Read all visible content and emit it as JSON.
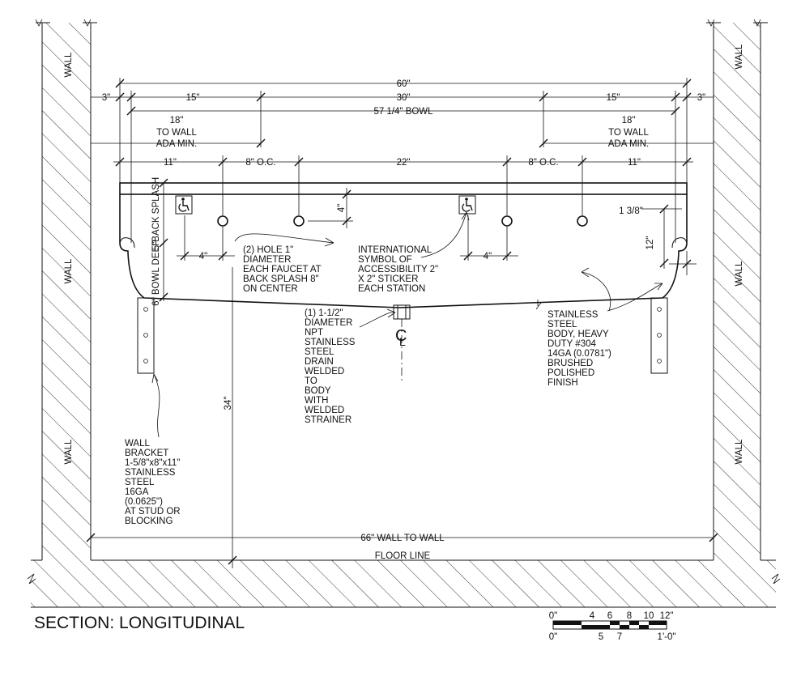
{
  "title": "SECTION: LONGITUDINAL",
  "wall_label": "WALL",
  "dims": {
    "overall": "60\"",
    "left_end": "3\"",
    "right_end": "3\"",
    "left_15": "15\"",
    "center_30": "30\"",
    "right_15": "15\"",
    "bowl": "57 1/4\" BOWL",
    "ada_left": [
      "18\"",
      "TO WALL",
      "ADA MIN."
    ],
    "ada_right": [
      "18\"",
      "TO WALL",
      "ADA MIN."
    ],
    "left_11": "11\"",
    "left_8oc": "8\" O.C.",
    "mid_22": "22\"",
    "right_8oc": "8\" O.C.",
    "right_11": "11\"",
    "left_4": "4\"",
    "right_4": "4\"",
    "sym_4": "4\"",
    "back_splash": "5\"BACK SPLASH",
    "bowl_deep": "6\" BOWL DEEP",
    "rim": "1 3/8\"",
    "twelve": "12\"",
    "height": "34\"",
    "wall_to_wall": "66\" WALL TO WALL",
    "floor": "FLOOR LINE"
  },
  "notes": {
    "faucet_hole": [
      "(2) HOLE 1\"",
      "DIAMETER",
      "EACH FAUCET AT",
      "BACK SPLASH 8\"",
      "ON CENTER"
    ],
    "accessibility": [
      "INTERNATIONAL",
      "SYMBOL OF",
      "ACCESSIBILITY 2\"",
      "X 2\" STICKER",
      "EACH STATION"
    ],
    "drain": [
      "(1) 1-1/2\"",
      "DIAMETER",
      "NPT",
      "STAINLESS",
      "STEEL",
      "DRAIN",
      "WELDED",
      "TO",
      "BODY",
      "WITH",
      "WELDED",
      "STRAINER"
    ],
    "body": [
      "STAINLESS",
      "STEEL",
      "BODY, HEAVY",
      "DUTY #304",
      "14GA (0.0781\")",
      "BRUSHED",
      "POLISHED",
      "FINISH"
    ],
    "bracket": [
      "WALL",
      "BRACKET",
      "1-5/8\"x8\"x11\"",
      "STAINLESS",
      "STEEL",
      "16GA",
      "(0.0625\")",
      "AT STUD OR",
      "BLOCKING"
    ]
  },
  "scale": {
    "top": [
      "0\"",
      "4",
      "6",
      "8",
      "10",
      "12\""
    ],
    "bottom": [
      "0\"",
      "5",
      "7",
      "1'-0\""
    ]
  }
}
